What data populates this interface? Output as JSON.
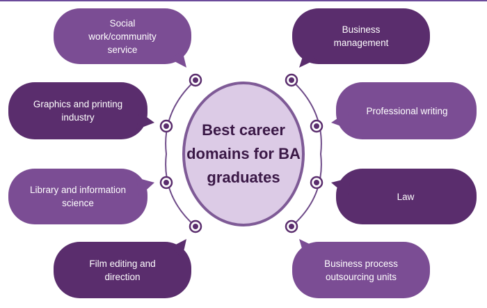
{
  "title": "Best career domains for BA graduates",
  "colors": {
    "light": "#7b4d94",
    "dark": "#5a2d6d",
    "center_fill": "#dccbe6",
    "center_stroke": "#7e5a96"
  },
  "left_domains": [
    {
      "label": "Social work/community service"
    },
    {
      "label": "Graphics and printing industry"
    },
    {
      "label": "Library and information science"
    },
    {
      "label": "Film editing and direction"
    }
  ],
  "right_domains": [
    {
      "label": "Business management"
    },
    {
      "label": "Professional writing"
    },
    {
      "label": "Law"
    },
    {
      "label": "Business process outsourcing units"
    }
  ]
}
